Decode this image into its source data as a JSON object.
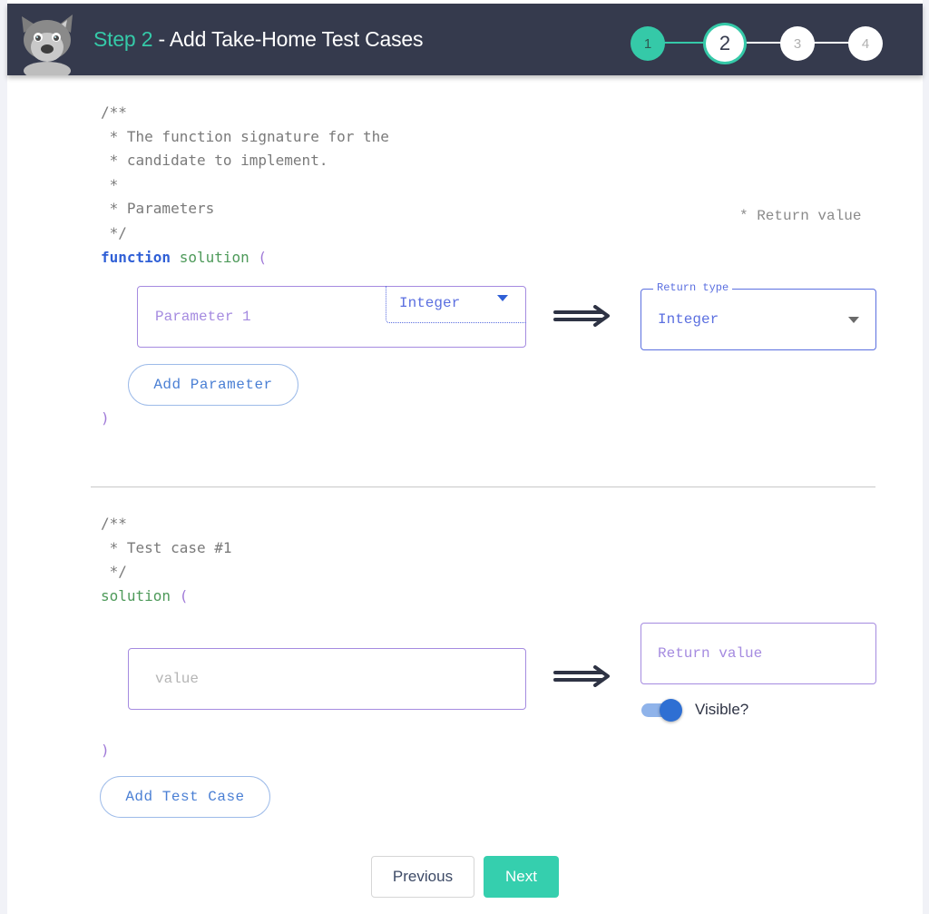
{
  "header": {
    "step_label": "Step 2",
    "title_rest": " - Add Take-Home Test Cases",
    "mascot_icon": "husky-dog-mascot"
  },
  "stepper": {
    "steps": [
      {
        "label": "1",
        "state": "completed"
      },
      {
        "label": "2",
        "state": "active"
      },
      {
        "label": "3",
        "state": "upcoming"
      },
      {
        "label": "4",
        "state": "upcoming"
      }
    ]
  },
  "signature": {
    "comment_lines": [
      "/**",
      " * The function signature for the",
      " * candidate to implement.",
      " *",
      " * Parameters",
      " */"
    ],
    "return_comment": "* Return value",
    "keyword": "function",
    "function_name": "solution",
    "open_paren": " (",
    "close_paren": ")",
    "parameters": [
      {
        "name_placeholder": "Parameter 1",
        "type": "Integer"
      }
    ],
    "add_parameter_label": "Add Parameter",
    "return_type_label": "Return type",
    "return_type_value": "Integer"
  },
  "test_cases": [
    {
      "comment_lines": [
        "/**",
        " * Test case #1",
        " */"
      ],
      "call_name": "solution",
      "open_paren": " (",
      "close_paren": ")",
      "value_placeholder": "value",
      "return_placeholder": "Return value",
      "visible_label": "Visible?",
      "visible": true
    }
  ],
  "add_test_case_label": "Add Test Case",
  "nav": {
    "previous_label": "Previous",
    "next_label": "Next"
  },
  "colors": {
    "header_bg": "#353a4d",
    "accent": "#35c9a8",
    "field_border": "#a58be0",
    "select_text": "#5b6fe0",
    "toggle": "#2e6fd3"
  }
}
